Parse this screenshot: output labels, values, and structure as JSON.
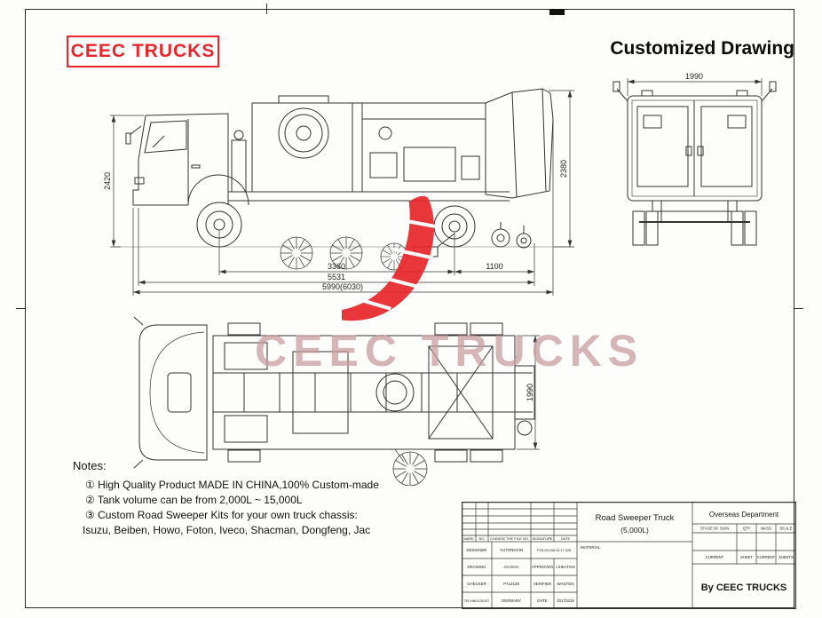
{
  "header": {
    "brand": "CEEC TRUCKS",
    "title": "Customized Drawing"
  },
  "watermark": {
    "text": "CEEC TRUCKS"
  },
  "dimensions": {
    "side": {
      "overall_height_front": "2420",
      "overall_height_rear": "2380",
      "wheelbase": "3360",
      "rear_overhang": "1100",
      "body_length": "5531",
      "overall_length": "5990(6030)"
    },
    "rear": {
      "overall_width": "1990"
    },
    "plan": {
      "overall_width": "1990"
    }
  },
  "notes": {
    "heading": "Notes:",
    "item1": "① High Quality Product MADE IN CHINA,100% Custom-made",
    "item2": "② Tank volume can be from 2,000L ~ 15,000L",
    "item3": "③ Custom Road Sweeper Kits for your own truck chassis:",
    "item4": "Isuzu, Beiben, Howo, Foton, Iveco, Shacman, Dongfeng, Jac"
  },
  "title_block": {
    "product_name": "Road Sweeper Truck",
    "product_capacity": "(5,000L)",
    "department": "Overseas Department",
    "material_label": "MATERIAL",
    "by_line": "By CEEC TRUCKS",
    "headers": {
      "mark": "MARK",
      "no": "NO.",
      "change_file": "CHANGE THE FILE NO.",
      "signature": "SIGNATURE",
      "date": "DATE",
      "stage_of_sign": "STAGE OF SIGN",
      "qty": "QTY",
      "mass": "MASS",
      "scale": "SCALE",
      "current1": "CURRENT",
      "sheet": "SHEET",
      "current2": "CURRENT",
      "sheets": "SHEETS"
    },
    "rows": {
      "designer_label": "DESIGNER",
      "designer_value": "YUTONGXIN",
      "document_no": "P.05.09.048.13.17.028",
      "drawing_label": "DRAWING",
      "drawing_value": "JACKHA",
      "approver_label": "APPROVER",
      "approver_value": "LIHEATIAN",
      "checker_label": "CHECKER",
      "checker_value": "P712139",
      "verifier_label": "VERIFIER",
      "verifier_value": "WASTON",
      "technologist_label": "TECHNOLOGIST",
      "technologist_value": "GERMANY",
      "date_label": "DATE",
      "date_value": "20170319"
    }
  },
  "colors": {
    "accent_red": "#e8262b",
    "line": "#333333",
    "watermark_text": "#c79a9a"
  }
}
